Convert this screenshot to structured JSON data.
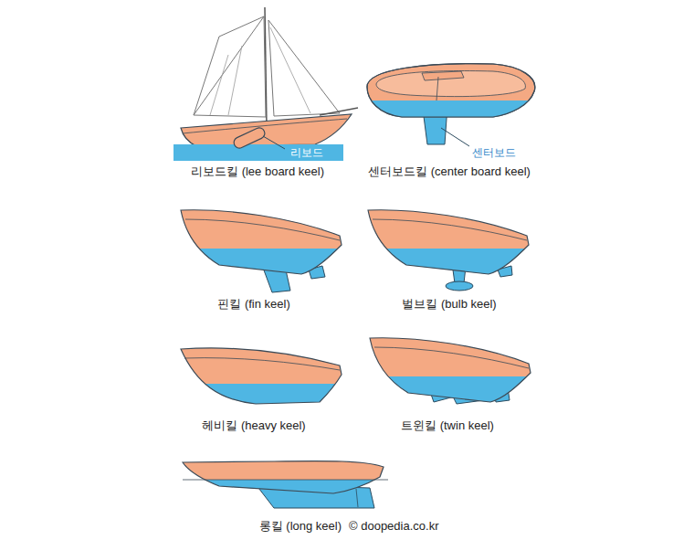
{
  "diagram": {
    "labels": [
      "리보드",
      "리보드킬 (lee board keel)",
      "센터보드",
      "센터보드킬 (center board keel)",
      "핀킬 (fin keel)",
      "벌브킬 (bulb keel)",
      "헤비킬 (heavy keel)",
      "트윈킬 (twin keel)",
      "롱킬 (long keel)",
      "© doopedia.co.kr"
    ]
  }
}
